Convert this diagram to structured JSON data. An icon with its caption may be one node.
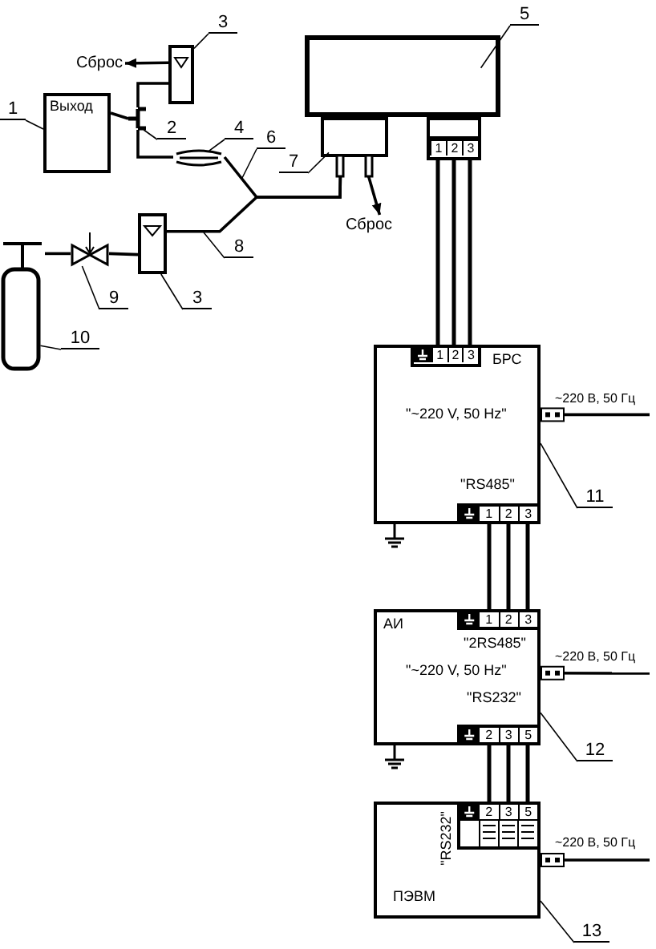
{
  "diagram": {
    "nodes": [
      {
        "text": [
          "3"
        ]
      },
      {
        "text": [
          "Сброс"
        ]
      },
      {
        "text": [],
        "shape": "box"
      },
      {
        "text": [],
        "shape": "box"
      },
      {
        "text": [
          "5"
        ]
      },
      {
        "text": [
          "1"
        ]
      },
      {
        "text": [
          "Выход"
        ]
      },
      {
        "text": [],
        "shape": "tee"
      },
      {
        "text": [
          "2"
        ]
      },
      {
        "text": [
          "4"
        ]
      },
      {
        "text": [],
        "shape": "ellipse"
      },
      {
        "text": [
          "6"
        ]
      },
      {
        "text": [],
        "shape": "box"
      },
      {
        "text": [
          "7"
        ]
      },
      {
        "text": [
          "1",
          "2",
          "3"
        ]
      },
      {
        "text": [
          "Сброс"
        ]
      },
      {
        "text": [
          "8"
        ]
      },
      {
        "text": [],
        "shape": "cylinder"
      },
      {
        "text": [],
        "shape": "valve"
      },
      {
        "text": [],
        "shape": "box"
      },
      {
        "text": [
          "9"
        ]
      },
      {
        "text": [
          "3"
        ]
      },
      {
        "text": [
          "10"
        ]
      },
      {
        "text": [
          "БРС",
          "\"~220 V, 50 Hz\"",
          "\"RS485\""
        ]
      },
      {
        "text": [
          "1",
          "2",
          "3"
        ],
        "in": 23
      },
      {
        "text": [
          "1",
          "2",
          "3"
        ],
        "in": 23
      },
      {
        "text": [
          "11"
        ]
      },
      {
        "text": [
          "АИ",
          "\"2RS485\"",
          "\"~220 V, 50 Hz\"",
          "\"RS232\""
        ]
      },
      {
        "text": [
          "1",
          "2",
          "3"
        ],
        "in": 27
      },
      {
        "text": [
          "2",
          "3",
          "5"
        ],
        "in": 27
      },
      {
        "text": [
          "12"
        ]
      },
      {
        "text": [
          "\"RS232\"",
          "ПЭВМ"
        ]
      },
      {
        "text": [
          "2",
          "3",
          "5"
        ],
        "in": 31
      },
      {
        "text": [
          "13"
        ]
      }
    ],
    "edges": [
      {
        "from": 0,
        "to": 2,
        "arrow": "none"
      },
      {
        "from": 2,
        "to": 1,
        "arrow": "to"
      },
      {
        "from": 4,
        "to": 3,
        "arrow": "none"
      },
      {
        "from": 5,
        "to": 6,
        "arrow": "none"
      },
      {
        "from": 8,
        "to": 7,
        "arrow": "none"
      },
      {
        "from": 9,
        "to": 10,
        "arrow": "none"
      },
      {
        "from": 11,
        "to": null,
        "arrow": "none"
      },
      {
        "from": 13,
        "to": 12,
        "arrow": "none"
      },
      {
        "from": 16,
        "to": null,
        "arrow": "none"
      },
      {
        "from": 20,
        "to": 18,
        "arrow": "none"
      },
      {
        "from": 21,
        "to": 19,
        "arrow": "none"
      },
      {
        "from": 22,
        "to": 17,
        "arrow": "none"
      },
      {
        "from": 26,
        "to": 23,
        "arrow": "none"
      },
      {
        "from": 30,
        "to": 27,
        "arrow": "none"
      },
      {
        "from": 33,
        "to": 31,
        "arrow": "none"
      },
      {
        "from": 6,
        "to": 7,
        "arrow": "none"
      },
      {
        "from": 7,
        "to": 2,
        "arrow": "none"
      },
      {
        "from": 7,
        "to": 10,
        "arrow": "none"
      },
      {
        "from": 10,
        "to": 12,
        "arrow": "none"
      },
      {
        "from": 19,
        "to": 12,
        "arrow": "none"
      },
      {
        "from": 12,
        "to": 15,
        "arrow": "to"
      },
      {
        "from": 17,
        "to": 18,
        "arrow": "none"
      },
      {
        "from": 18,
        "to": 19,
        "arrow": "none"
      },
      {
        "from": 14,
        "to": 24,
        "arrow": "none"
      },
      {
        "from": 14,
        "to": 24,
        "arrow": "none"
      },
      {
        "from": 14,
        "to": 24,
        "arrow": "none"
      },
      {
        "from": 25,
        "to": 28,
        "arrow": "none"
      },
      {
        "from": 25,
        "to": 28,
        "arrow": "none"
      },
      {
        "from": 25,
        "to": 28,
        "arrow": "none"
      },
      {
        "from": 29,
        "to": 32,
        "arrow": "none"
      },
      {
        "from": 29,
        "to": 32,
        "arrow": "none"
      },
      {
        "from": 29,
        "to": 32,
        "arrow": "none"
      },
      {
        "from": 23,
        "to": null,
        "arrow": "other",
        "label": "~220 В, 50 Гц"
      },
      {
        "from": 27,
        "to": null,
        "arrow": "other",
        "label": "~220 В, 50 Гц"
      },
      {
        "from": 31,
        "to": null,
        "arrow": "other",
        "label": "~220 В, 50 Гц"
      }
    ]
  }
}
